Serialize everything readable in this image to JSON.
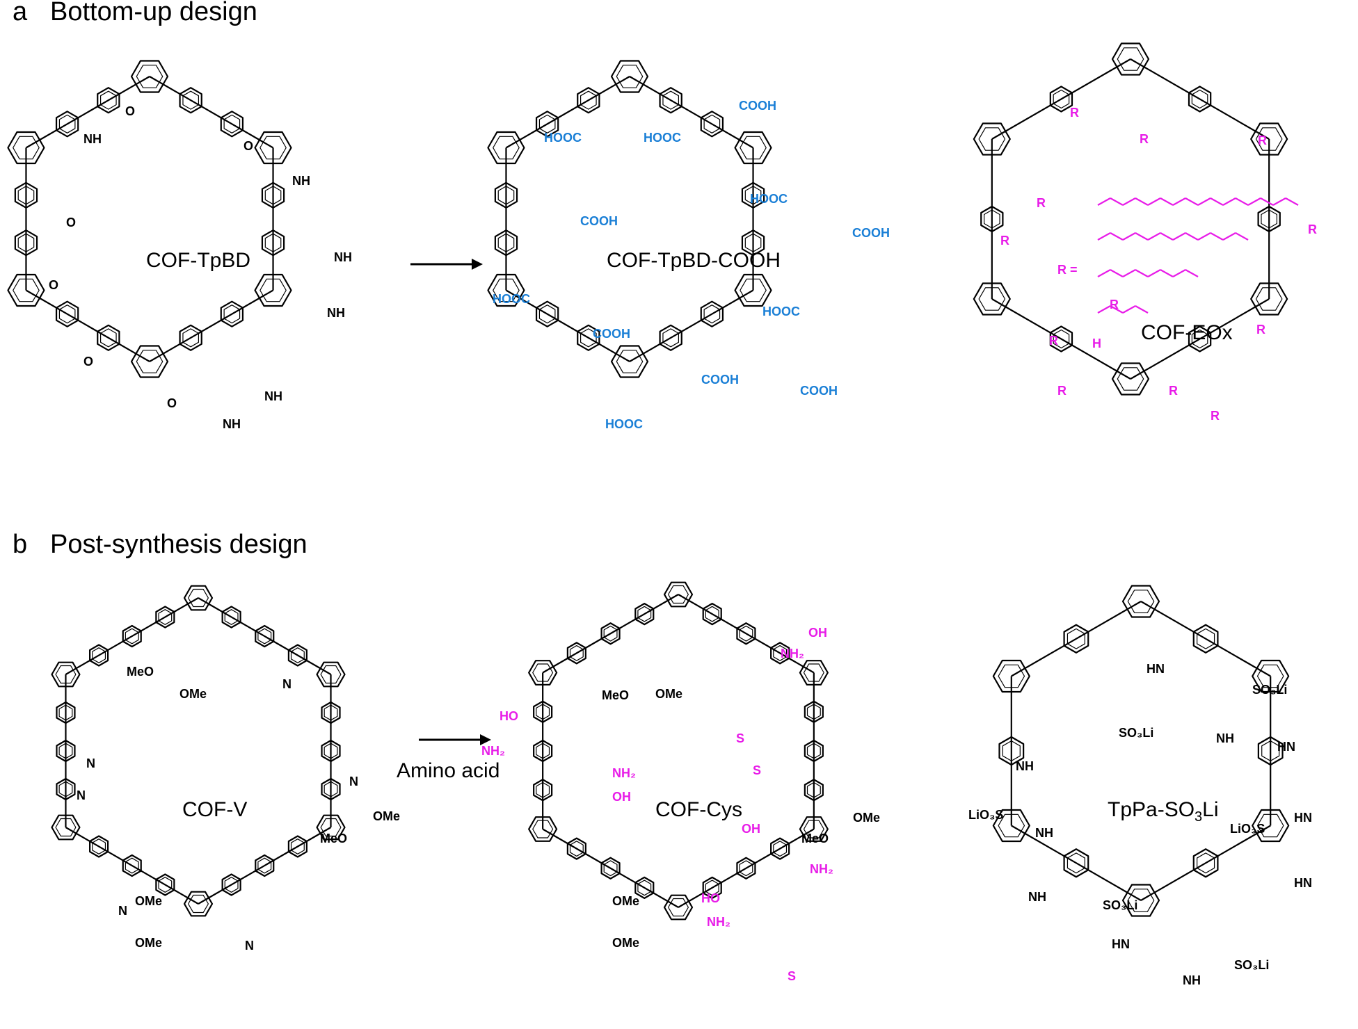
{
  "panels": {
    "a": {
      "letter": "a",
      "title": "Bottom-up design"
    },
    "b": {
      "letter": "b",
      "title": "Post-synthesis design"
    }
  },
  "cof_names": {
    "tpbd": "COF-TpBD",
    "tpbd_cooh": "COF-TpBD-COOH",
    "eox": "COF-EOx",
    "v": "COF-V",
    "cys": "COF-Cys",
    "tppa": "TpPa-SO",
    "tppa_sub": "3",
    "tppa_tail": "Li"
  },
  "arrow_labels": {
    "amino_acid": "Amino acid"
  },
  "groups": {
    "O": "O",
    "NH": "NH",
    "HN": "HN",
    "N": "N",
    "H": "H",
    "COOH": "COOH",
    "HOOC": "HOOC",
    "R": "R",
    "R_eq": "R =",
    "MeO": "MeO",
    "OMe": "OMe",
    "OH": "OH",
    "HO": "HO",
    "NH2": "NH₂",
    "S": "S",
    "SO3Li": "SO₃Li",
    "LiO3S": "LiO₃S"
  },
  "colors": {
    "bond": "#000000",
    "carboxyl": "#1a7fd6",
    "substituent": "#e81ce8"
  }
}
